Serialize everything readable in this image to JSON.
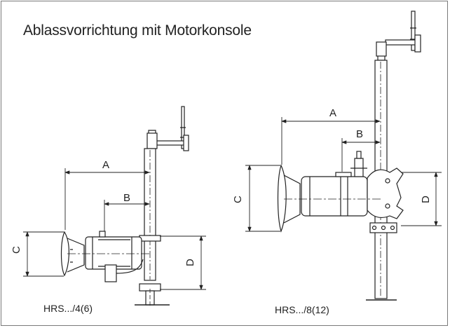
{
  "title": "Ablassvorrichtung mit Motorkonsole",
  "left_drawing": {
    "model": "HRS.../4(6)",
    "dimensions": {
      "a": "A",
      "b": "B",
      "c": "C",
      "d": "D"
    }
  },
  "right_drawing": {
    "model": "HRS.../8(12)",
    "dimensions": {
      "a": "A",
      "b": "B",
      "c": "C",
      "d": "D"
    }
  },
  "colors": {
    "line": "#222222",
    "frame": "#7a7a7a",
    "background": "#ffffff"
  }
}
